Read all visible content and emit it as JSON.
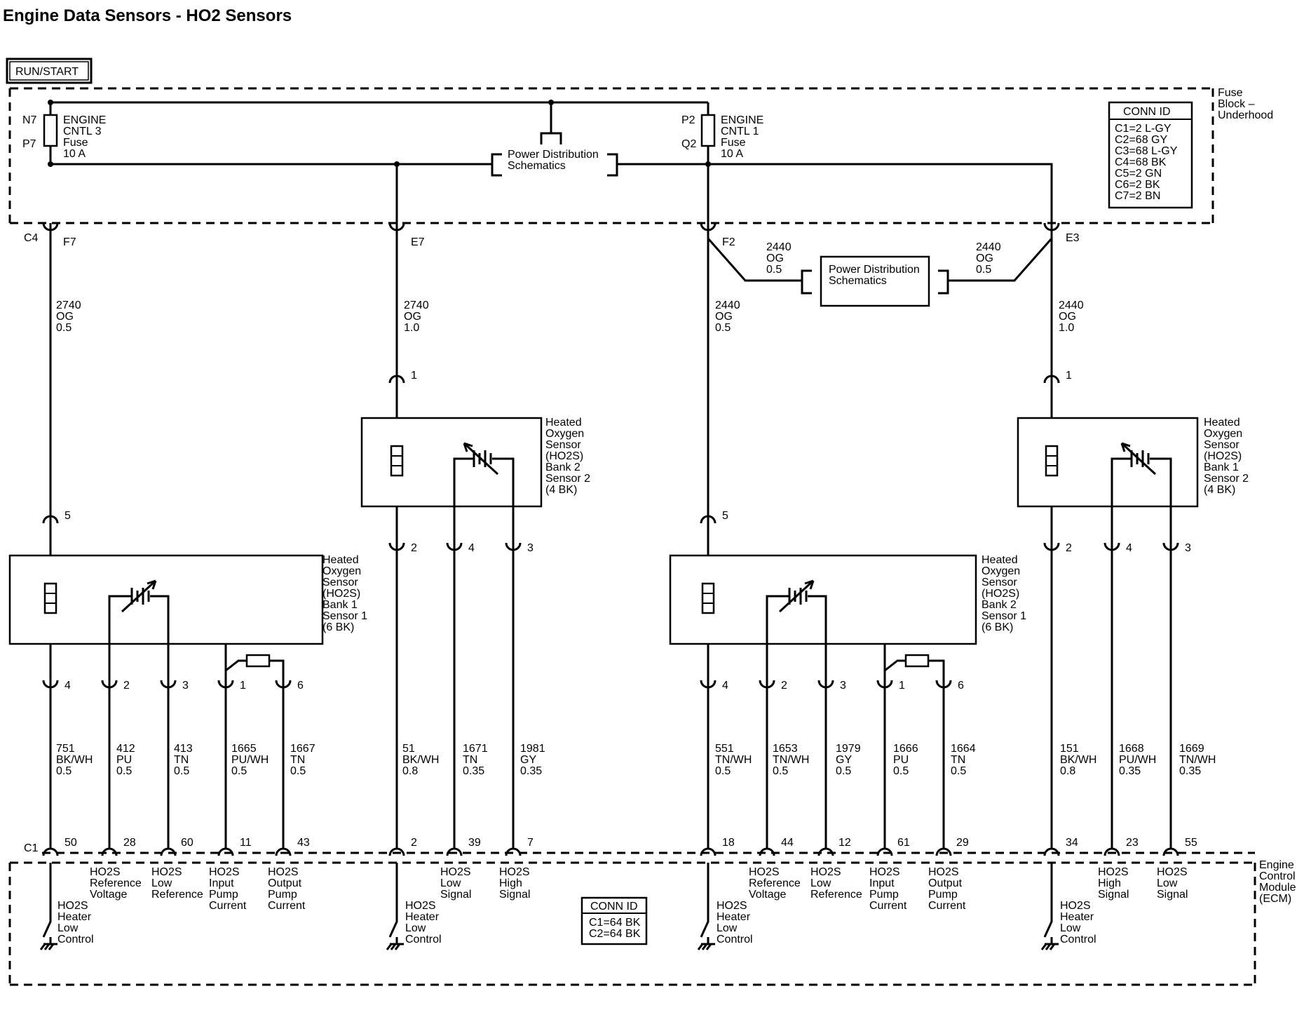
{
  "title": "Engine Data Sensors - HO2 Sensors",
  "run_start": "RUN/START",
  "fuse_block": {
    "label": [
      "Fuse",
      "Block –",
      "Underhood"
    ]
  },
  "fuse_block_conn": {
    "title": "CONN ID",
    "rows": [
      "C1=2 L-GY",
      "C2=68 GY",
      "C3=68 L-GY",
      "C4=68 BK",
      "C5=2 GN",
      "C6=2 BK",
      "C7=2 BN"
    ]
  },
  "fuses": [
    {
      "pin_top": "N7",
      "pin_bottom": "P7",
      "label": [
        "ENGINE",
        "CNTL 3",
        "Fuse",
        "10 A"
      ]
    },
    {
      "pin_top": "P2",
      "pin_bottom": "Q2",
      "label": [
        "ENGINE",
        "CNTL 1",
        "Fuse",
        "10 A"
      ]
    }
  ],
  "power_dist": [
    "Power Distribution",
    "Schematics"
  ],
  "power_dist_box": [
    "Power Distribution",
    "Schematics"
  ],
  "connector_labels": {
    "c4": "C4",
    "f7": "F7",
    "e7": "E7",
    "f2": "F2",
    "e3": "E3",
    "c1": "C1"
  },
  "fuse_wires": [
    [
      "2740",
      "OG",
      "0.5"
    ],
    [
      "2740",
      "OG",
      "1.0"
    ],
    [
      "2440",
      "OG",
      "0.5"
    ],
    [
      "2440",
      "OG",
      "1.0"
    ]
  ],
  "branch_wires": [
    [
      "2440",
      "OG",
      "0.5"
    ],
    [
      "2440",
      "OG",
      "0.5"
    ]
  ],
  "sensors": [
    {
      "label": [
        "Heated",
        "Oxygen",
        "Sensor",
        "(HO2S)",
        "Bank 1",
        "Sensor 1",
        "(6 BK)"
      ]
    },
    {
      "label": [
        "Heated",
        "Oxygen",
        "Sensor",
        "(HO2S)",
        "Bank 2",
        "Sensor 2",
        "(4 BK)"
      ]
    },
    {
      "label": [
        "Heated",
        "Oxygen",
        "Sensor",
        "(HO2S)",
        "Bank 2",
        "Sensor 1",
        "(6 BK)"
      ]
    },
    {
      "label": [
        "Heated",
        "Oxygen",
        "Sensor",
        "(HO2S)",
        "Bank 1",
        "Sensor 2",
        "(4 BK)"
      ]
    }
  ],
  "sensor_supply_pins": [
    "5",
    "1",
    "5",
    "1"
  ],
  "pins_bottom": [
    "4",
    "2",
    "3",
    "1",
    "6",
    "2",
    "4",
    "3",
    "4",
    "2",
    "3",
    "1",
    "6",
    "2",
    "4",
    "3"
  ],
  "wires": [
    [
      "751",
      "BK/WH",
      "0.5"
    ],
    [
      "412",
      "PU",
      "0.5"
    ],
    [
      "413",
      "TN",
      "0.5"
    ],
    [
      "1665",
      "PU/WH",
      "0.5"
    ],
    [
      "1667",
      "TN",
      "0.5"
    ],
    [
      "51",
      "BK/WH",
      "0.8"
    ],
    [
      "1671",
      "TN",
      "0.35"
    ],
    [
      "1981",
      "GY",
      "0.35"
    ],
    [
      "551",
      "TN/WH",
      "0.5"
    ],
    [
      "1653",
      "TN/WH",
      "0.5"
    ],
    [
      "1979",
      "GY",
      "0.5"
    ],
    [
      "1666",
      "PU",
      "0.5"
    ],
    [
      "1664",
      "TN",
      "0.5"
    ],
    [
      "151",
      "BK/WH",
      "0.8"
    ],
    [
      "1668",
      "PU/WH",
      "0.35"
    ],
    [
      "1669",
      "TN/WH",
      "0.35"
    ]
  ],
  "ecm_pins": [
    "50",
    "28",
    "60",
    "11",
    "43",
    "2",
    "39",
    "7",
    "18",
    "44",
    "12",
    "61",
    "29",
    "34",
    "23",
    "55"
  ],
  "ecm_functions": [
    [
      "HO2S",
      "Reference",
      "Voltage"
    ],
    [
      "HO2S",
      "Low",
      "Reference"
    ],
    [
      "HO2S",
      "Input",
      "Pump",
      "Current"
    ],
    [
      "HO2S",
      "Output",
      "Pump",
      "Current"
    ],
    [
      "HO2S",
      "Low",
      "Signal"
    ],
    [
      "HO2S",
      "High",
      "Signal"
    ],
    [
      "HO2S",
      "Reference",
      "Voltage"
    ],
    [
      "HO2S",
      "Low",
      "Reference"
    ],
    [
      "HO2S",
      "Input",
      "Pump",
      "Current"
    ],
    [
      "HO2S",
      "Output",
      "Pump",
      "Current"
    ],
    [
      "HO2S",
      "High",
      "Signal"
    ],
    [
      "HO2S",
      "Low",
      "Signal"
    ]
  ],
  "heater_controls": [
    [
      "HO2S",
      "Heater",
      "Low",
      "Control"
    ],
    [
      "HO2S",
      "Heater",
      "Low",
      "Control"
    ],
    [
      "HO2S",
      "Heater",
      "Low",
      "Control"
    ],
    [
      "HO2S",
      "Heater",
      "Low",
      "Control"
    ]
  ],
  "ecm_conn": {
    "title": "CONN ID",
    "rows": [
      "C1=64 BK",
      "C2=64 BK"
    ]
  },
  "ecm_label": [
    "Engine",
    "Control",
    "Module",
    "(ECM)"
  ],
  "colors": {
    "line": "#000000",
    "background": "#ffffff"
  }
}
